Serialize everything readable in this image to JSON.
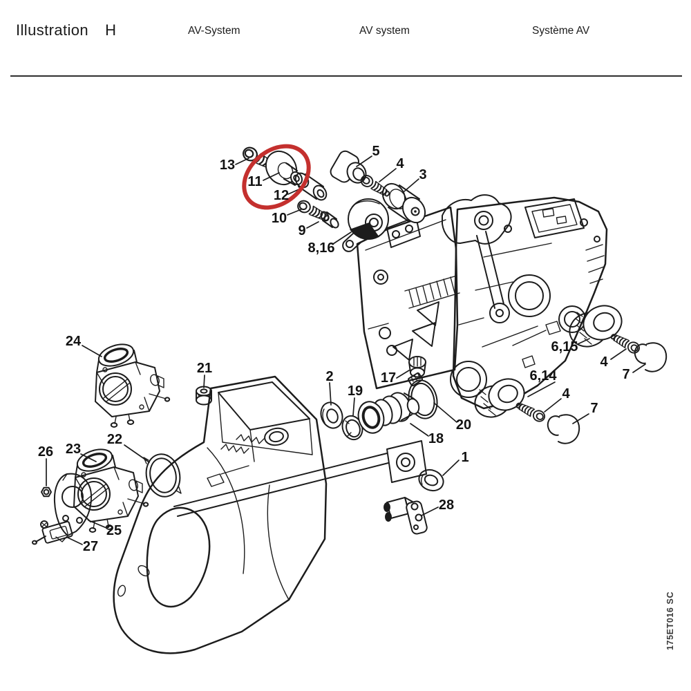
{
  "header": {
    "title": "Illustration",
    "section": "H",
    "columns": [
      "AV-System",
      "AV system",
      "Système AV"
    ]
  },
  "footer": {
    "code": "175ET016 SC"
  },
  "highlight": {
    "color": "#c4302e",
    "highlighted_label": "11"
  },
  "line_color": "#1c1c1c",
  "labels": [
    {
      "text": "13"
    },
    {
      "text": "11"
    },
    {
      "text": "12"
    },
    {
      "text": "10"
    },
    {
      "text": "9"
    },
    {
      "text": "8,16"
    },
    {
      "text": "5"
    },
    {
      "text": "4"
    },
    {
      "text": "3"
    },
    {
      "text": "24"
    },
    {
      "text": "21"
    },
    {
      "text": "2"
    },
    {
      "text": "19"
    },
    {
      "text": "17"
    },
    {
      "text": "20"
    },
    {
      "text": "18"
    },
    {
      "text": "1"
    },
    {
      "text": "28"
    },
    {
      "text": "22"
    },
    {
      "text": "23"
    },
    {
      "text": "26"
    },
    {
      "text": "25"
    },
    {
      "text": "27"
    },
    {
      "text": "6,15"
    },
    {
      "text": "4"
    },
    {
      "text": "7"
    },
    {
      "text": "6,14"
    },
    {
      "text": "4"
    },
    {
      "text": "7"
    }
  ]
}
